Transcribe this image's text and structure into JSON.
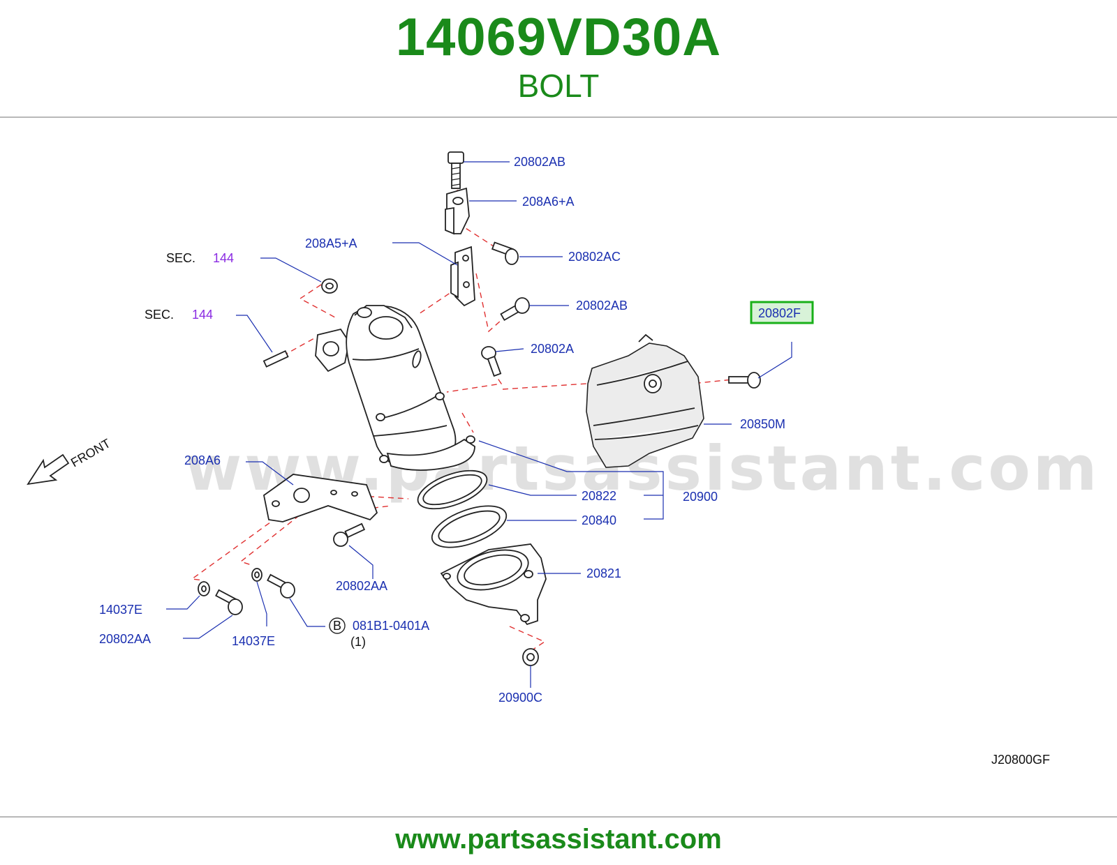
{
  "header": {
    "part_number": "14069VD30A",
    "part_name": "BOLT"
  },
  "diagram": {
    "code": "J20800GF",
    "watermark": "www.partsassistant.com",
    "front_label": "FRONT",
    "highlighted_part": "20802F",
    "labels": {
      "l_20802AB_top": "20802AB",
      "l_208A6A": "208A6+A",
      "l_208A5A": "208A5+A",
      "l_20802AC": "20802AC",
      "l_20802AB_mid": "20802AB",
      "l_20802A": "20802A",
      "l_20802F": "20802F",
      "l_20850M": "20850M",
      "l_208A6": "208A6",
      "l_20822": "20822",
      "l_20900": "20900",
      "l_20840": "20840",
      "l_20821": "20821",
      "l_20802AA_mid": "20802AA",
      "l_14037E_left": "14037E",
      "l_20802AA_left": "20802AA",
      "l_14037E_mid": "14037E",
      "l_081B1": "081B1-0401A",
      "l_081B1_qty": "(1)",
      "l_B_marker": "B",
      "l_20900C": "20900C"
    },
    "sec_refs": [
      {
        "prefix": "SEC.",
        "number": "144"
      },
      {
        "prefix": "SEC.",
        "number": "144"
      }
    ]
  },
  "footer": {
    "url": "www.partsassistant.com"
  }
}
